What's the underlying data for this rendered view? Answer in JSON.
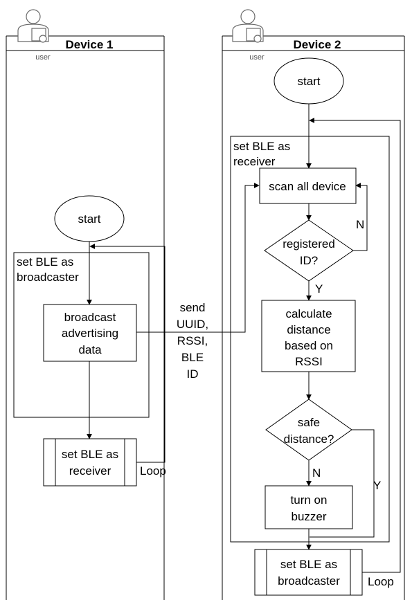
{
  "device1": {
    "title": "Device 1",
    "user_label": "user",
    "start": "start",
    "container_label": [
      "set BLE as",
      "broadcaster"
    ],
    "broadcast": [
      "broadcast",
      "advertising",
      "data"
    ],
    "receiver": [
      "set BLE as",
      "receiver"
    ],
    "loop": "Loop"
  },
  "link": {
    "send_label": [
      "send",
      "UUID,",
      "RSSI,",
      "BLE",
      "ID"
    ]
  },
  "device2": {
    "title": "Device 2",
    "user_label": "user",
    "start": "start",
    "container_label": [
      "set BLE as",
      "receiver"
    ],
    "scan": "scan all device",
    "registered": [
      "registered",
      "ID?"
    ],
    "no_label": "N",
    "yes_label": "Y",
    "calculate": [
      "calculate",
      "distance",
      "based on",
      "RSSI"
    ],
    "safe": [
      "safe",
      "distance?"
    ],
    "safe_no": "N",
    "safe_yes": "Y",
    "buzzer": [
      "turn on",
      "buzzer"
    ],
    "broadcaster": [
      "set BLE as",
      "broadcaster"
    ],
    "loop": "Loop"
  }
}
